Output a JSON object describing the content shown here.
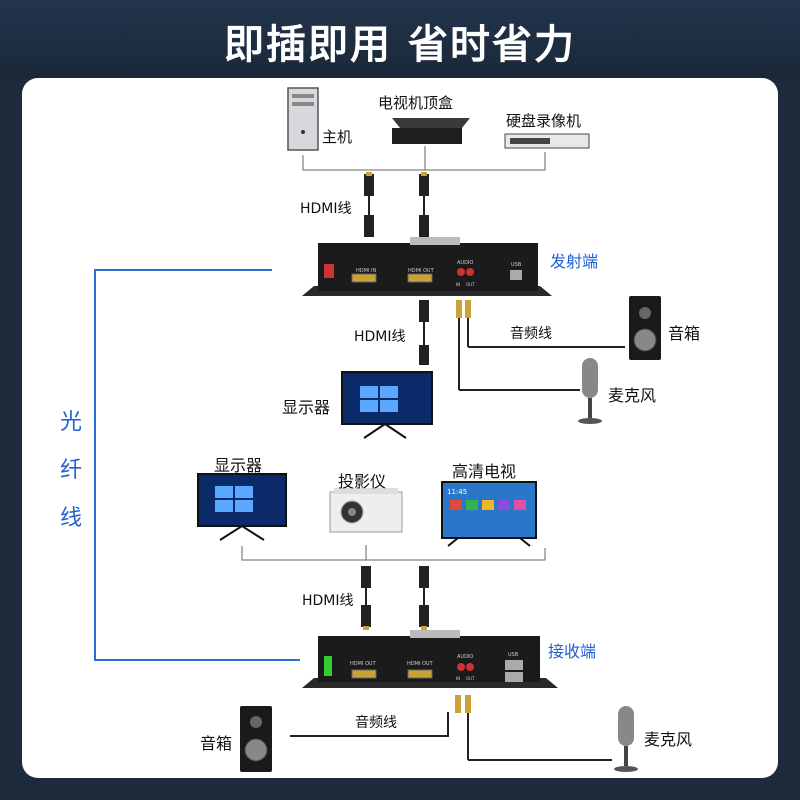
{
  "header": {
    "title": "即插即用 省时省力"
  },
  "labels": {
    "host": "主机",
    "tvbox": "电视机顶盒",
    "nvr": "硬盘录像机",
    "hdmi_top": "HDMI线",
    "sender": "发射端",
    "hdmi_mid": "HDMI线",
    "audio_cable_top": "音频线",
    "speaker_top": "音箱",
    "mic_top": "麦克风",
    "monitor_top": "显示器",
    "monitor_low": "显示器",
    "projector": "投影仪",
    "hdtv": "高清电视",
    "hdmi_low": "HDMI线",
    "receiver": "接收端",
    "audio_cable_low": "音频线",
    "speaker_low": "音箱",
    "mic_low": "麦克风",
    "fiber": [
      "光",
      "纤",
      "线"
    ]
  },
  "device_labels": {
    "sender_in": "HDMI IN",
    "sender_out": "HDMI OUT",
    "audio": "AUDIO",
    "audio_in": "IN",
    "audio_out": "OUT",
    "usb": "USB",
    "receiver_out1": "HDMI OUT",
    "receiver_out2": "HDMI OUT",
    "receiver_audio": "AUDIO",
    "receiver_audio_in": "IN",
    "receiver_audio_out": "OUT",
    "receiver_usb": "USB",
    "tv_time": "11:45"
  },
  "colors": {
    "accent": "#1f5fd6",
    "fiber_line": "#2b6fd6",
    "header_bg": "#1d2a3c"
  }
}
